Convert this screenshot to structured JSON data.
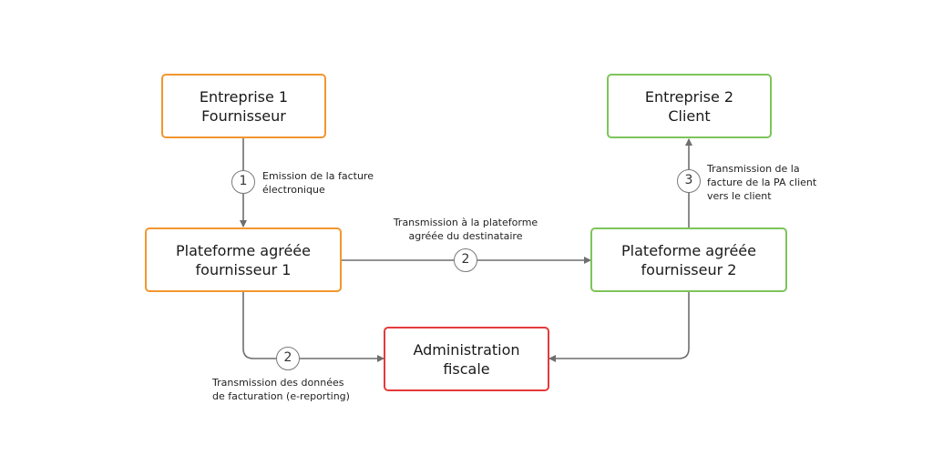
{
  "nodes": {
    "entreprise1": {
      "line1": "Entreprise 1",
      "line2": "Fournisseur",
      "color": "#f2962f"
    },
    "entreprise2": {
      "line1": "Entreprise 2",
      "line2": "Client",
      "color": "#7dc45b"
    },
    "plateforme1": {
      "line1": "Plateforme agréée",
      "line2": "fournisseur 1",
      "color": "#f2962f"
    },
    "plateforme2": {
      "line1": "Plateforme agréée",
      "line2": "fournisseur 2",
      "color": "#7dc45b"
    },
    "administration": {
      "line1": "Administration",
      "line2": "fiscale",
      "color": "#e53a3a"
    }
  },
  "steps": {
    "emission": "1",
    "transmission_plateforme": "2",
    "e_reporting": "2",
    "transmission_client": "3"
  },
  "labels": {
    "emission": {
      "line1": "Emission de la facture",
      "line2": "électronique"
    },
    "transmission_plateforme": {
      "line1": "Transmission à la plateforme",
      "line2": "agréée du destinataire"
    },
    "e_reporting": {
      "line1": "Transmission des données",
      "line2": "de facturation (e-reporting)"
    },
    "transmission_client": {
      "line1": "Transmission de la",
      "line2": "facture de la PA client",
      "line3": "vers le client"
    }
  },
  "colors": {
    "connector": "#6e6e6e"
  }
}
